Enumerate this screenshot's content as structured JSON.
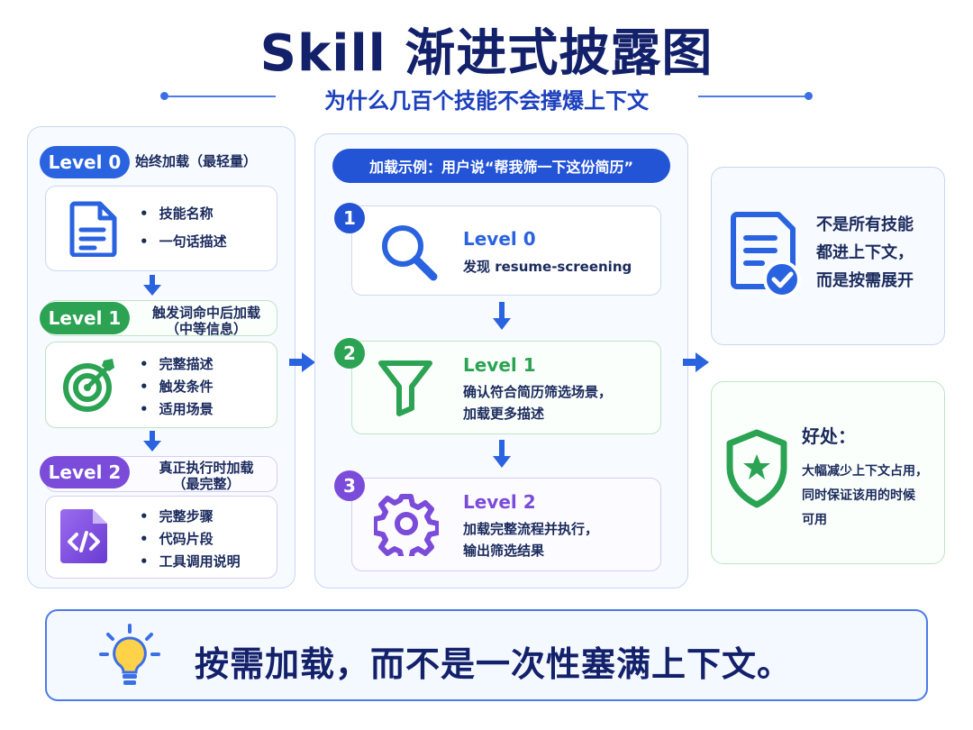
{
  "header": {
    "title": "Skill 渐进式披露图",
    "subtitle": "为什么几百个技能不会撑爆上下文"
  },
  "left_panel": {
    "levels": [
      {
        "badge": "Level 0",
        "description": "始终加载（最轻量）",
        "icon": "document-icon",
        "items": [
          "技能名称",
          "一句话描述"
        ]
      },
      {
        "badge": "Level 1",
        "description": "触发词命中后加载\n（中等信息）",
        "icon": "target-icon",
        "items": [
          "完整描述",
          "触发条件",
          "适用场景"
        ]
      },
      {
        "badge": "Level 2",
        "description": "真正执行时加载\n（最完整）",
        "icon": "code-file-icon",
        "items": [
          "完整步骤",
          "代码片段",
          "工具调用说明"
        ]
      }
    ]
  },
  "middle_panel": {
    "example_label": "加载示例：用户说“帮我筛一下这份简历”",
    "steps": [
      {
        "number": "1",
        "title": "Level 0",
        "text": "发现 resume-screening",
        "icon": "magnifier-icon"
      },
      {
        "number": "2",
        "title": "Level 1",
        "text": "确认符合简历筛选场景，\n加载更多描述",
        "icon": "funnel-icon"
      },
      {
        "number": "3",
        "title": "Level 2",
        "text": "加载完整流程并执行，\n输出筛选结果",
        "icon": "gear-icon"
      }
    ]
  },
  "right_panel": {
    "top_card": {
      "icon": "document-check-icon",
      "text": "不是所有技能\n都进上下文，\n而是按需展开"
    },
    "bottom_card": {
      "icon": "shield-star-icon",
      "title": "好处：",
      "text": "大幅减少上下文占用，\n同时保证该用的时候\n可用"
    }
  },
  "footer": {
    "icon": "lightbulb-icon",
    "text": "按需加载，而不是一次性塞满上下文。"
  },
  "colors": {
    "navy": "#13216b",
    "blue": "#2a63e0",
    "green": "#2ba353",
    "purple": "#7a4cd9"
  }
}
